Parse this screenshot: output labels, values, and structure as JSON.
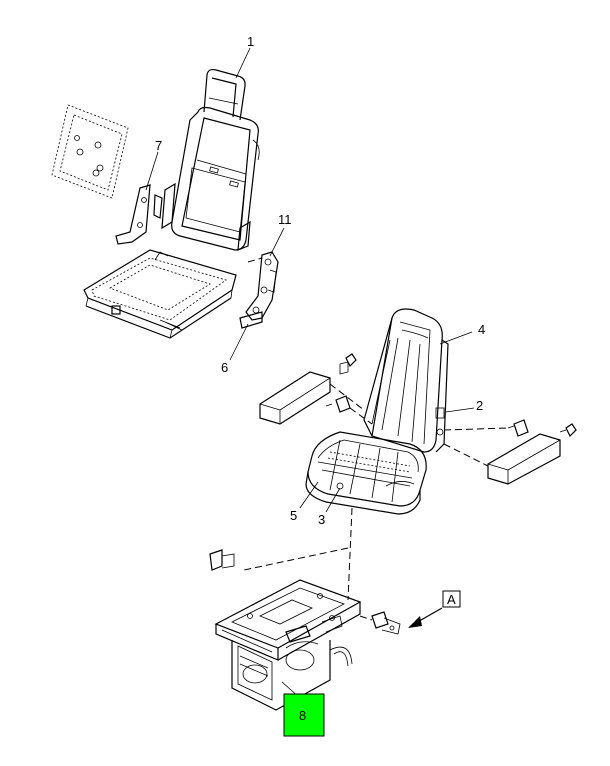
{
  "callouts": {
    "c1": "1",
    "c2": "2",
    "c3": "3",
    "c4": "4",
    "c5": "5",
    "c6": "6",
    "c7": "7",
    "c8": "8",
    "c11": "11",
    "view_a": "A"
  },
  "colors": {
    "highlight": "#00ff00",
    "line": "#000000",
    "background": "#ffffff"
  }
}
